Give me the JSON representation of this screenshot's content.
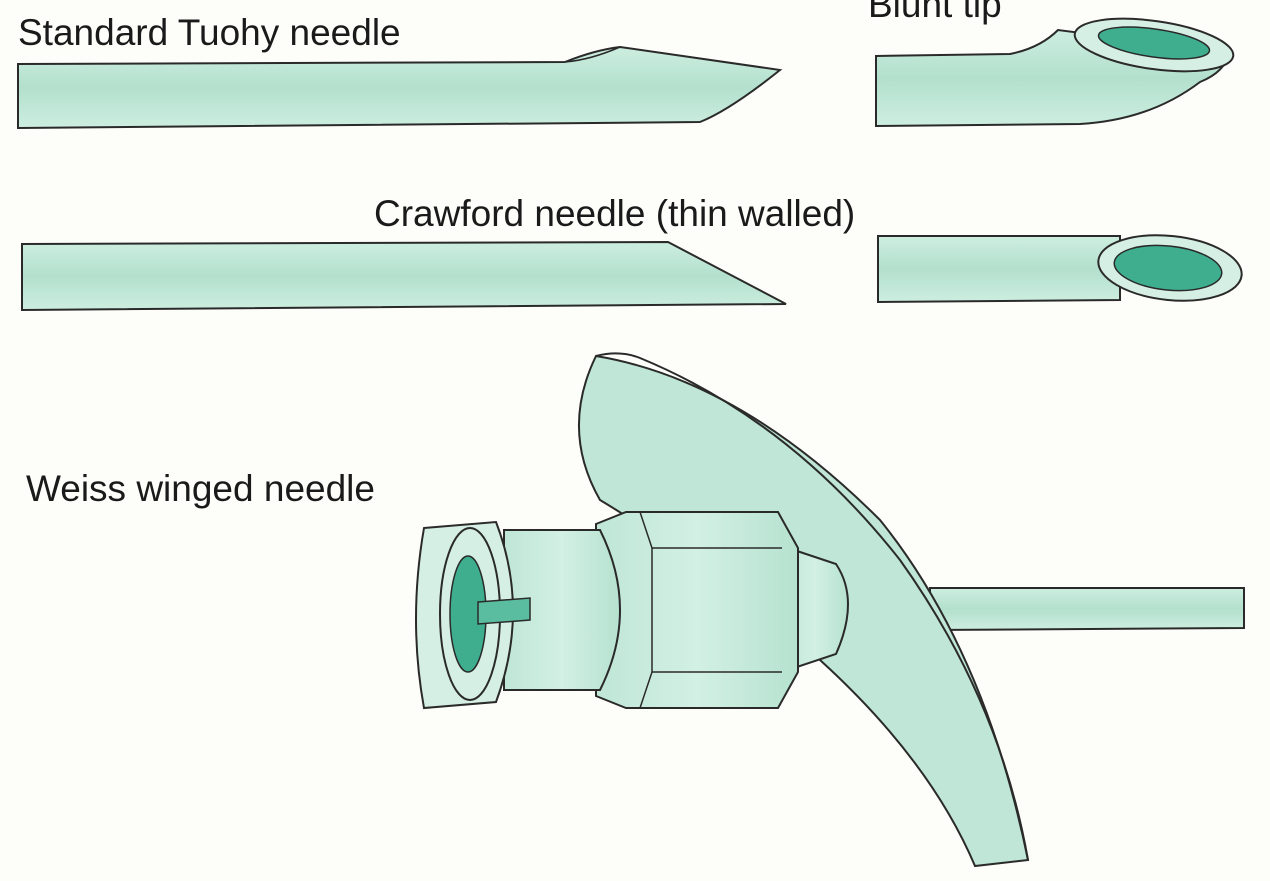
{
  "labels": {
    "tuohy": "Standard Tuohy needle",
    "blunt": "Blunt tip",
    "crawford": "Crawford needle (thin walled)",
    "weiss": "Weiss winged needle"
  },
  "colors": {
    "background": "#fdfdf9",
    "needle_fill": "#bfe6d6",
    "needle_light": "#d6efe4",
    "lumen_fill": "#3fae8f",
    "outline": "#2a2a2a"
  }
}
